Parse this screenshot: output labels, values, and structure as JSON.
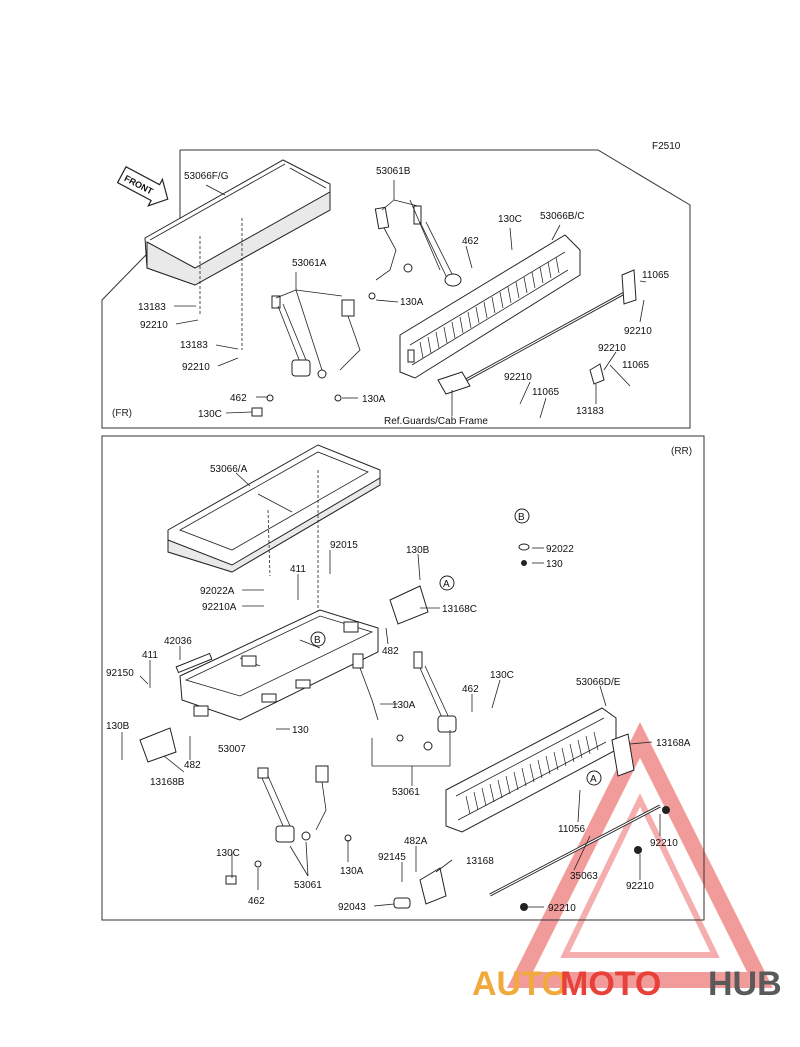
{
  "page_code": "F2510",
  "front_arrow": "FRONT",
  "sections": {
    "front": "(FR)",
    "rear": "(RR)"
  },
  "reference_note": "Ref.Guards/Cab Frame",
  "markers": {
    "a": "A",
    "b": "B"
  },
  "labels_fr": {
    "p53066fg": "53066F/G",
    "p53061b": "53061B",
    "p130c_top": "130C",
    "p53066bc": "53066B/C",
    "p462_top": "462",
    "p11065_a": "11065",
    "p53061a": "53061A",
    "p130a_top": "130A",
    "p13183_a": "13183",
    "p92210_a": "92210",
    "p92210_b": "92210",
    "p13183_b": "13183",
    "p92210_c": "92210",
    "p92210_d": "92210",
    "p11065_b": "11065",
    "p92210_e": "92210",
    "p11065_c": "11065",
    "p462_mid": "462",
    "p130a_mid": "130A",
    "p130c_mid": "130C",
    "p13183_c": "13183"
  },
  "labels_rr": {
    "p53066a": "53066/A",
    "p92015": "92015",
    "p130b_a": "130B",
    "p92022": "92022",
    "p130": "130",
    "p92022a": "92022A",
    "p411_a": "411",
    "p92210a": "92210A",
    "p13168c": "13168C",
    "p42036": "42036",
    "p482_a": "482",
    "p411_b": "411",
    "p92150": "92150",
    "p462": "462",
    "p130c_a": "130C",
    "p130a_a": "130A",
    "p53066de": "53066D/E",
    "p130b_b": "130B",
    "p130_b": "130",
    "p53007": "53007",
    "p482_b": "482",
    "p13168b": "13168B",
    "p13168a": "13168A",
    "p53061_a": "53061",
    "p11056": "11056",
    "p92210_a": "92210",
    "p482a": "482A",
    "p130c_b": "130C",
    "p92145": "92145",
    "p13168": "13168",
    "p35063": "35063",
    "p130a_b": "130A",
    "p53061_b": "53061",
    "p92210_b": "92210",
    "p462_b": "462",
    "p92043": "92043",
    "p92210_c": "92210"
  },
  "watermark": {
    "part1": "AUTO",
    "part2": "MOTO",
    "part3": "HUB"
  },
  "colors": {
    "watermark_orange": "#f2a93b",
    "watermark_red": "#e8413a",
    "watermark_gray": "#5a5a5a"
  }
}
